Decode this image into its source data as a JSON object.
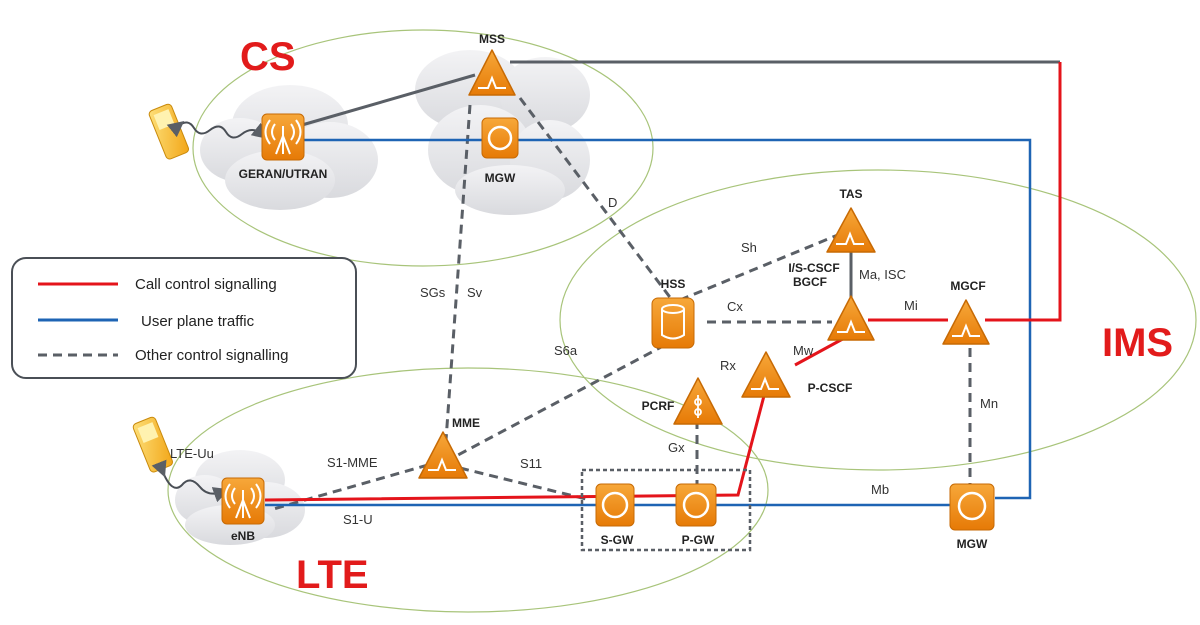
{
  "colors": {
    "call_control": "#e4141b",
    "user_plane": "#1e64b4",
    "other_control": "#5a5f66",
    "node_orange": "#f0890e",
    "ellipse_stroke": "#a8c47a",
    "domain_label": "#e21b1b"
  },
  "domains": {
    "cs": "CS",
    "ims": "IMS",
    "lte": "LTE"
  },
  "legend": {
    "call_control": "Call control signalling",
    "user_plane": "User plane traffic",
    "other_control": "Other control signalling"
  },
  "nodes": {
    "mss": "MSS",
    "mgw_cs": "MGW",
    "geran": "GERAN/UTRAN",
    "tas": "TAS",
    "hss": "HSS",
    "iscscf_line1": "I/S-CSCF",
    "iscscf_line2": "BGCF",
    "mgcf": "MGCF",
    "pcscf": "P-CSCF",
    "pcrf": "PCRF",
    "mme": "MME",
    "enb": "eNB",
    "sgw": "S-GW",
    "pgw": "P-GW",
    "mgw_ims": "MGW"
  },
  "interfaces": {
    "d": "D",
    "sh": "Sh",
    "cx": "Cx",
    "ma_isc": "Ma, ISC",
    "mi": "Mi",
    "mw": "Mw",
    "rx": "Rx",
    "gx": "Gx",
    "sgs_sv_1": "SGs",
    "sgs_sv_2": "Sv",
    "s6a": "S6a",
    "s1_mme": "S1-MME",
    "s11": "S11",
    "s1_u": "S1-U",
    "lte_uu": "LTE-Uu",
    "mn": "Mn",
    "mb": "Mb"
  }
}
